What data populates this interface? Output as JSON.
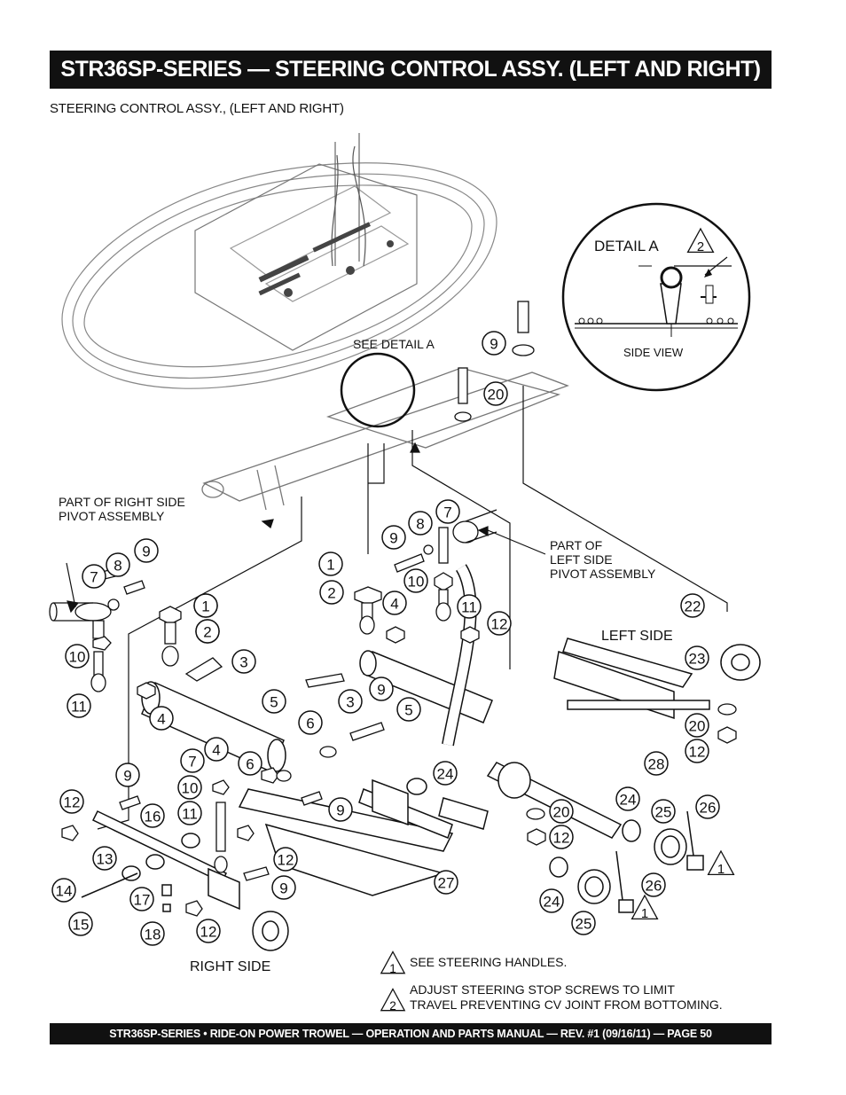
{
  "header": {
    "title": "STR36SP-SERIES — STEERING CONTROL ASSY. (LEFT AND RIGHT)"
  },
  "subtitle": "STEERING CONTROL ASSY., (LEFT AND RIGHT)",
  "labels": {
    "see_detail": "SEE DETAIL A",
    "detail_a": "DETAIL A",
    "side_view": "SIDE VIEW",
    "right_pivot_1": "PART OF RIGHT SIDE",
    "right_pivot_2": "PIVOT ASSEMBLY",
    "left_pivot_1": "PART OF",
    "left_pivot_2": "LEFT SIDE",
    "left_pivot_3": "PIVOT ASSEMBLY",
    "left_side": "LEFT SIDE",
    "right_side": "RIGHT SIDE"
  },
  "notes": [
    {
      "mark": "1",
      "text": "SEE STEERING HANDLES."
    },
    {
      "mark": "2",
      "text": "ADJUST STEERING STOP SCREWS TO LIMIT",
      "text2": "TRAVEL PREVENTING CV JOINT FROM BOTTOMING."
    }
  ],
  "callouts": [
    {
      "n": "9"
    },
    {
      "n": "20"
    },
    {
      "n": "1"
    },
    {
      "n": "2"
    },
    {
      "n": "7"
    },
    {
      "n": "8"
    },
    {
      "n": "9"
    },
    {
      "n": "10"
    },
    {
      "n": "11"
    },
    {
      "n": "1"
    },
    {
      "n": "2"
    },
    {
      "n": "3"
    },
    {
      "n": "4"
    },
    {
      "n": "5"
    },
    {
      "n": "1"
    },
    {
      "n": "2"
    },
    {
      "n": "4"
    },
    {
      "n": "3"
    },
    {
      "n": "9"
    },
    {
      "n": "5"
    },
    {
      "n": "6"
    },
    {
      "n": "9"
    },
    {
      "n": "8"
    },
    {
      "n": "7"
    },
    {
      "n": "10"
    },
    {
      "n": "11"
    },
    {
      "n": "12"
    },
    {
      "n": "22"
    },
    {
      "n": "23"
    },
    {
      "n": "20"
    },
    {
      "n": "12"
    },
    {
      "n": "28"
    },
    {
      "n": "7"
    },
    {
      "n": "4"
    },
    {
      "n": "6"
    },
    {
      "n": "10"
    },
    {
      "n": "11"
    },
    {
      "n": "9"
    },
    {
      "n": "12"
    },
    {
      "n": "9"
    },
    {
      "n": "24"
    },
    {
      "n": "20"
    },
    {
      "n": "12"
    },
    {
      "n": "27"
    },
    {
      "n": "24"
    },
    {
      "n": "25"
    },
    {
      "n": "26"
    },
    {
      "n": "24"
    },
    {
      "n": "25"
    },
    {
      "n": "26"
    },
    {
      "n": "9"
    },
    {
      "n": "12"
    },
    {
      "n": "16"
    },
    {
      "n": "13"
    },
    {
      "n": "14"
    },
    {
      "n": "17"
    },
    {
      "n": "15"
    },
    {
      "n": "18"
    },
    {
      "n": "12"
    }
  ],
  "triangles": [
    {
      "n": "2"
    },
    {
      "n": "1"
    },
    {
      "n": "1"
    }
  ],
  "footer": {
    "text": "STR36SP-SERIES • RIDE-ON POWER TROWEL —  OPERATION AND PARTS MANUAL — REV. #1  (09/16/11) — PAGE 50"
  }
}
